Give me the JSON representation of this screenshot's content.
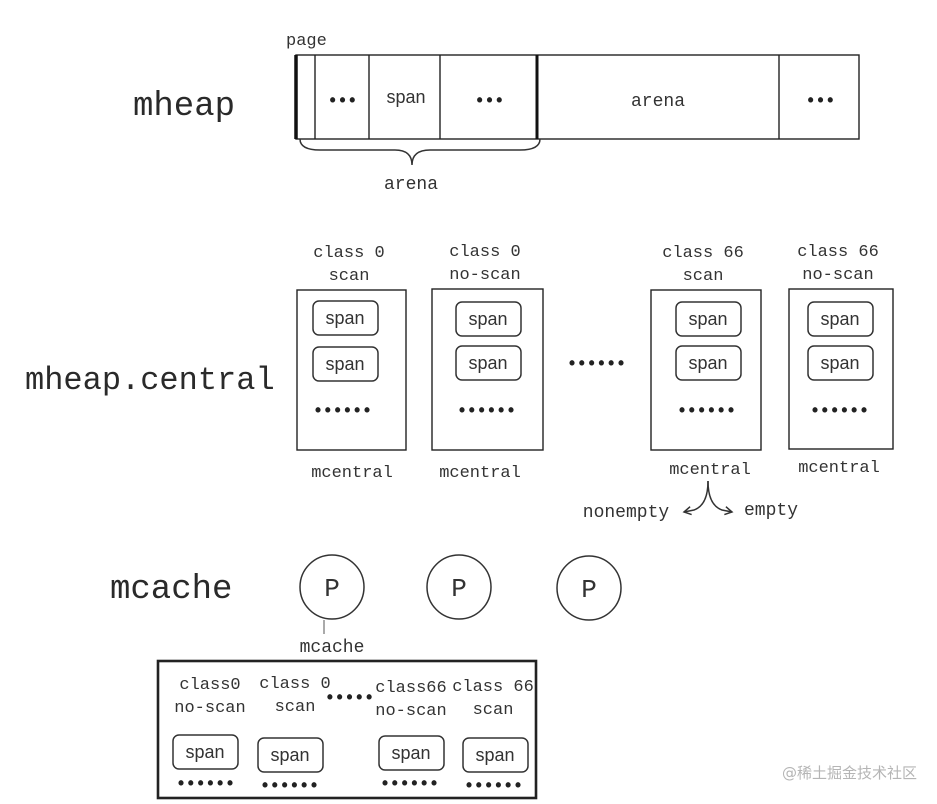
{
  "labels": {
    "mheap": "mheap",
    "mheap_central": "mheap.central",
    "mcache": "mcache"
  },
  "mheap_bar": {
    "page_label": "page",
    "cells": [
      "•••",
      "span",
      "•••",
      "arena",
      "•••"
    ],
    "brace_label": "arena"
  },
  "central": {
    "columns": [
      {
        "line1": "class 0",
        "line2": "scan",
        "spans": [
          "span",
          "span"
        ],
        "more": "••••••",
        "footer": "mcentral"
      },
      {
        "line1": "class 0",
        "line2": "no-scan",
        "spans": [
          "span",
          "span"
        ],
        "more": "••••••",
        "footer": "mcentral"
      },
      {
        "line1": "class 66",
        "line2": "scan",
        "spans": [
          "span",
          "span"
        ],
        "more": "••••••",
        "footer": "mcentral"
      },
      {
        "line1": "class 66",
        "line2": "no-scan",
        "spans": [
          "span",
          "span"
        ],
        "more": "••••••",
        "footer": "mcentral"
      }
    ],
    "gap_dots": "••••••",
    "nonempty": "nonempty",
    "empty": "empty"
  },
  "processors": [
    "P",
    "P",
    "P"
  ],
  "mcache_box": {
    "title": "mcache",
    "columns": [
      {
        "line1": "class0",
        "line2": "no-scan",
        "span": "span",
        "more": "••••••"
      },
      {
        "line1": "class 0",
        "line2": "scan",
        "span": "span",
        "more": "••••••"
      },
      {
        "line1": "class66",
        "line2": "no-scan",
        "span": "span",
        "more": "••••••"
      },
      {
        "line1": "class 66",
        "line2": "scan",
        "span": "span",
        "more": "••••••"
      }
    ],
    "gap_dots": "•••••"
  },
  "watermark": "@稀土掘金技术社区"
}
